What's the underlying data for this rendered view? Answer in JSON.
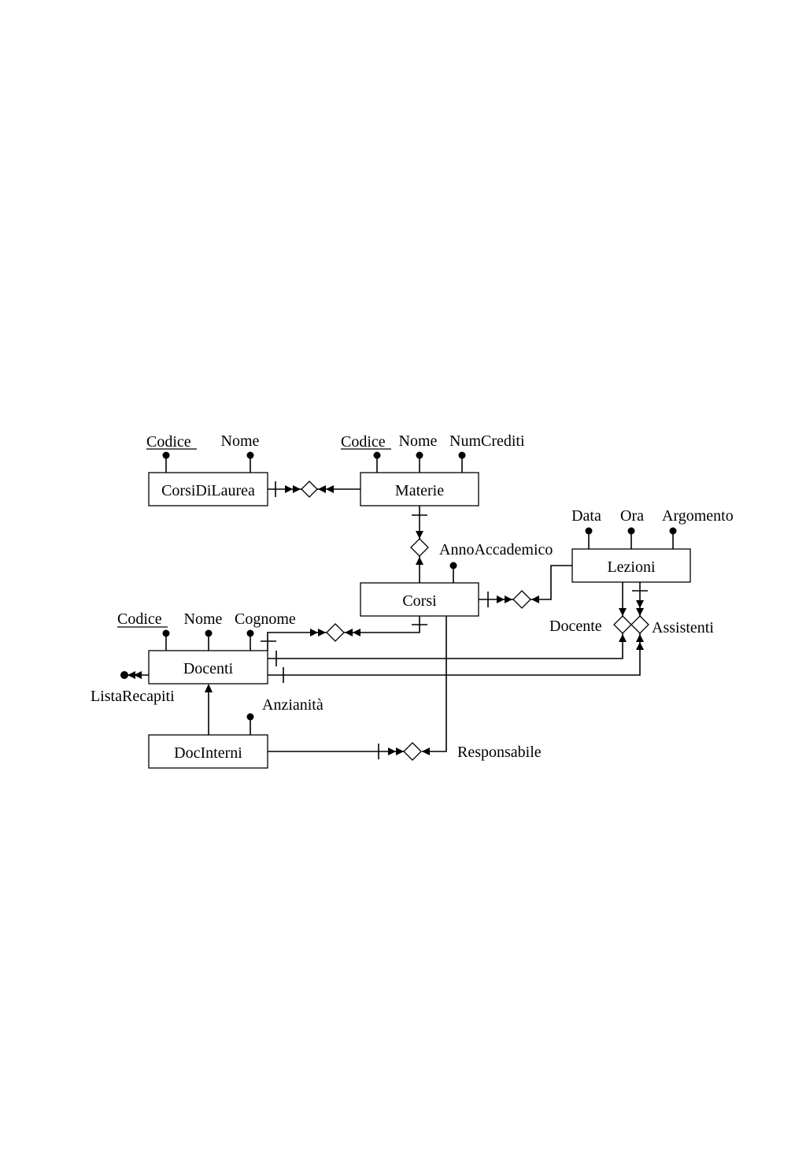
{
  "entities": {
    "corsidilaurea": "CorsiDiLaurea",
    "materie": "Materie",
    "corsi": "Corsi",
    "lezioni": "Lezioni",
    "docenti": "Docenti",
    "docinterni": "DocInterni"
  },
  "attributes": {
    "cdl_codice": "Codice",
    "cdl_nome": "Nome",
    "mat_codice": "Codice",
    "mat_nome": "Nome",
    "mat_numcrediti": "NumCrediti",
    "corsi_annoaccademico": "AnnoAccademico",
    "lez_data": "Data",
    "lez_ora": "Ora",
    "lez_argomento": "Argomento",
    "doc_codice": "Codice",
    "doc_nome": "Nome",
    "doc_cognome": "Cognome",
    "doc_listarecapiti": "ListaRecapiti",
    "docint_anzianita": "Anzianità"
  },
  "relationships": {
    "docente": "Docente",
    "assistenti": "Assistenti",
    "responsabile": "Responsabile"
  }
}
